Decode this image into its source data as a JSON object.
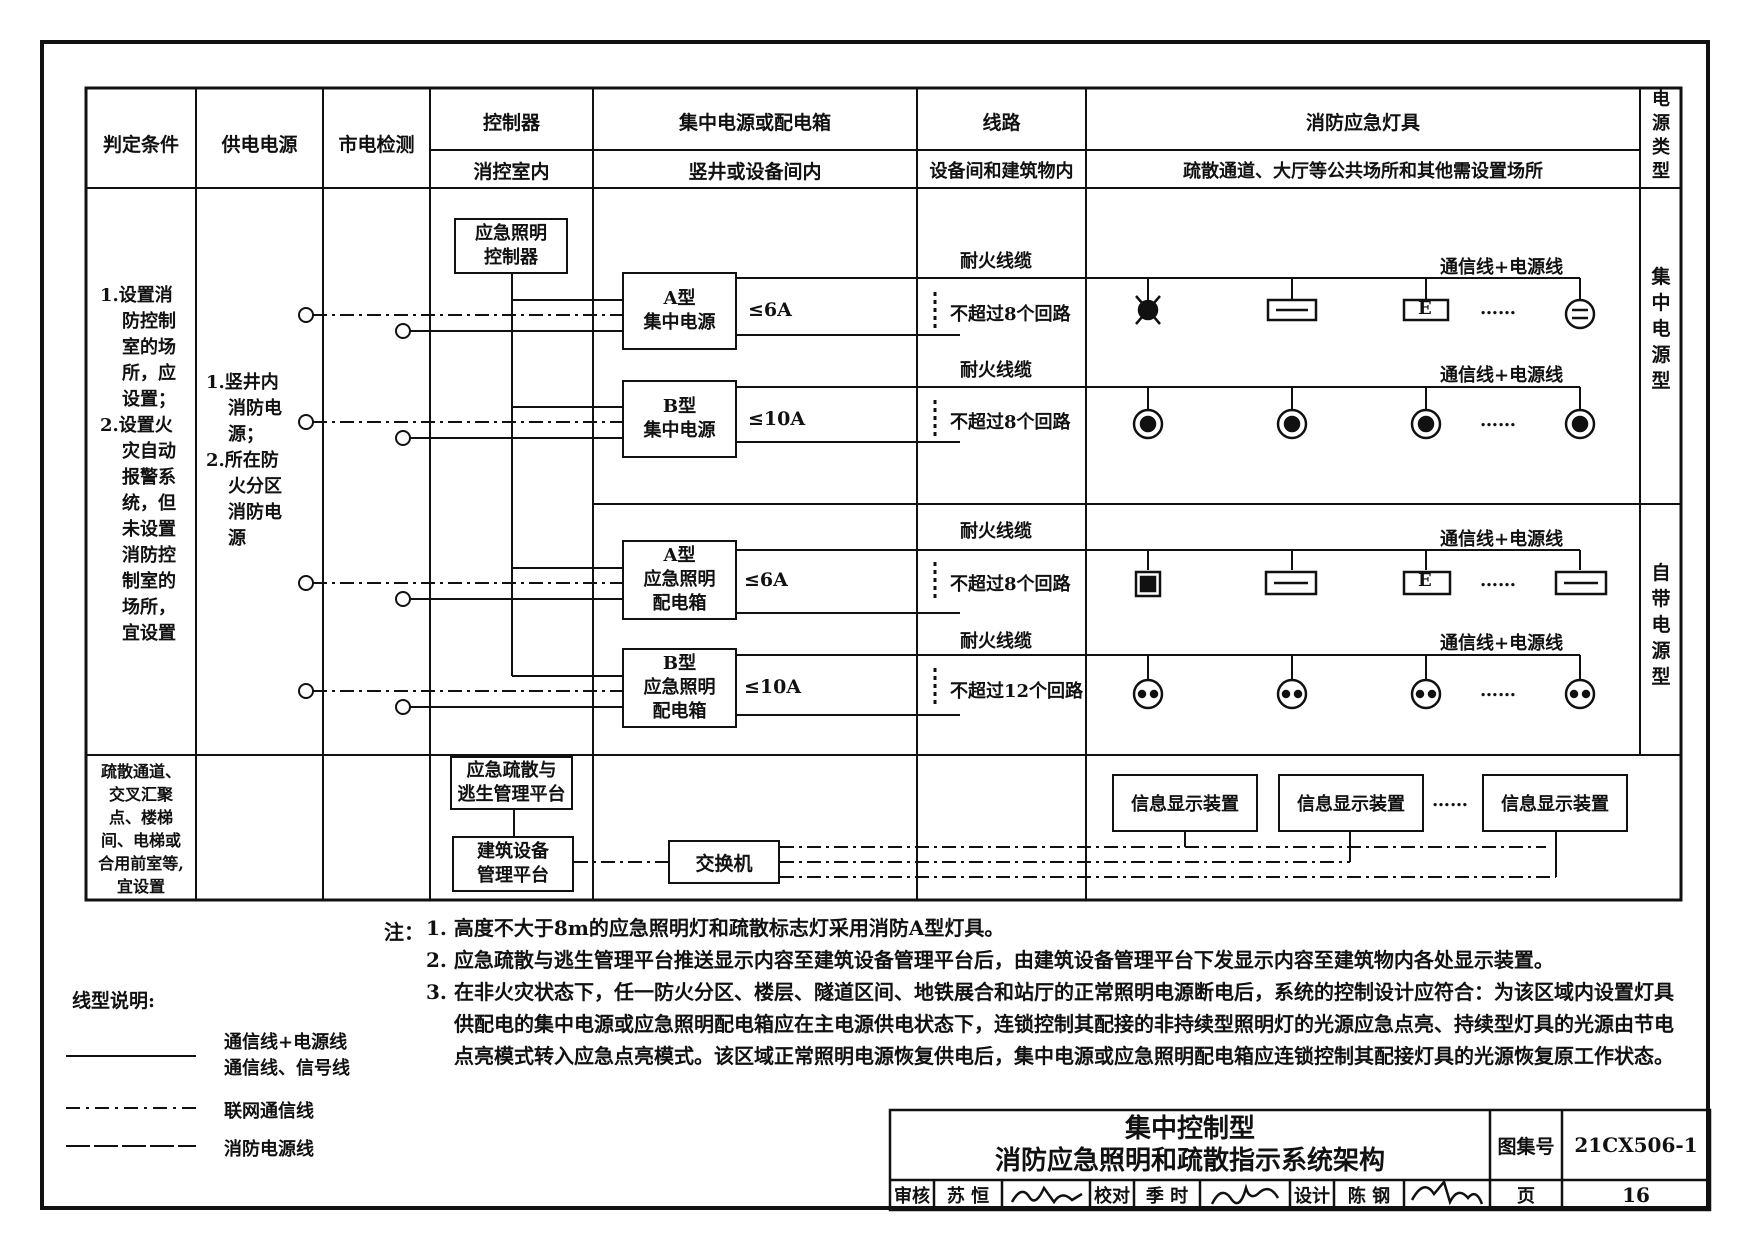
{
  "headers": {
    "h1": "判定条件",
    "h2": "供电电源",
    "h3": "市电检测",
    "h4a": "控制器",
    "h4b": "消控室内",
    "h5a": "集中电源或配电箱",
    "h5b": "竖井或设备间内",
    "h6a": "线路",
    "h6b": "设备间和建筑物内",
    "h7a": "消防应急灯具",
    "h7b": "疏散通道、大厅等公共场所和其他需设置场所",
    "h8": "电源类型"
  },
  "conditions": {
    "main": [
      "1.设置消",
      "防控制",
      "室的场",
      "所，应",
      "设置；",
      "2.设置火",
      "灾自动",
      "报警系",
      "统，但",
      "未设置",
      "消防控",
      "制室的",
      "场所，",
      "宜设置"
    ],
    "info": [
      "疏散通道、",
      "交叉汇聚",
      "点、楼梯",
      "间、电梯或",
      "合用前室等,",
      "宜设置"
    ]
  },
  "supply": [
    "1.竖井内",
    "消防电",
    "源；",
    "2.所在防",
    "火分区",
    "消防电",
    "源"
  ],
  "controller": {
    "line1": "应急照明",
    "line2": "控制器"
  },
  "boxes": [
    {
      "l1": "A型",
      "l2": "集中电源",
      "l3": "",
      "current": "≤6A",
      "cable": "耐火线缆",
      "loops": "不超过8个回路",
      "comm": "通信线+电源线"
    },
    {
      "l1": "B型",
      "l2": "集中电源",
      "l3": "",
      "current": "≤10A",
      "cable": "耐火线缆",
      "loops": "不超过8个回路",
      "comm": "通信线+电源线"
    },
    {
      "l1": "A型",
      "l2": "应急照明",
      "l3": "配电箱",
      "current": "≤6A",
      "cable": "耐火线缆",
      "loops": "不超过8个回路",
      "comm": "通信线+电源线"
    },
    {
      "l1": "B型",
      "l2": "应急照明",
      "l3": "配电箱",
      "current": "≤10A",
      "cable": "耐火线缆",
      "loops": "不超过12个回路",
      "comm": "通信线+电源线"
    }
  ],
  "ellipsis": "……",
  "power_type": {
    "top": "集中电源型",
    "bottom": "自带电源型"
  },
  "platform": {
    "evac1": "应急疏散与",
    "evac2": "逃生管理平台",
    "bldg1": "建筑设备",
    "bldg2": "管理平台",
    "switch": "交换机",
    "display": "信息显示装置",
    "dots": "……"
  },
  "notes": {
    "label": "注：",
    "n1": "1.  高度不大于8m的应急照明灯和疏散标志灯采用消防A型灯具。",
    "n2": "2.  应急疏散与逃生管理平台推送显示内容至建筑设备管理平台后，由建筑设备管理平台下发显示内容至建筑物内各处显示装置。",
    "n3num": "3.",
    "n3": "在非火灾状态下，任一防火分区、楼层、隧道区间、地铁展合和站厅的正常照明电源断电后，系统的控制设计应符合：为该区域内设置灯具供配电的集中电源或应急照明配电箱应在主电源供电状态下，连锁控制其配接的非持续型照明灯的光源应急点亮、持续型灯具的光源由节电点亮模式转入应急点亮模式。该区域正常照明电源恢复供电后，集中电源或应急照明配电箱应连锁控制其配接灯具的光源恢复原工作状态。"
  },
  "legend": {
    "title": "线型说明:",
    "l1a": "通信线+电源线",
    "l1b": "通信线、信号线",
    "l2": "联网通信线",
    "l3": "消防电源线"
  },
  "titleblock": {
    "title1": "集中控制型",
    "title2": "消防应急照明和疏散指示系统架构",
    "atlas_label": "图集号",
    "atlas_no": "21CX506-1",
    "review": "审核",
    "reviewer": "苏 恒",
    "check": "校对",
    "checker": "季 时",
    "design": "设计",
    "designer": "陈 钢",
    "page_label": "页",
    "page_no": "16"
  }
}
